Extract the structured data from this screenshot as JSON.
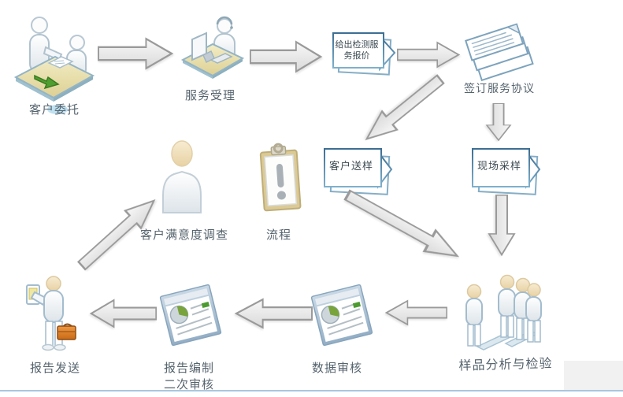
{
  "nodes": {
    "customer_entrust": {
      "label": "客户委托"
    },
    "service_accept": {
      "label": "服务受理"
    },
    "quote": {
      "label": "给出检测服务报价"
    },
    "sign_agreement": {
      "label": "签订服务协议"
    },
    "customer_sample": {
      "label": "客户送样"
    },
    "site_sampling": {
      "label": "现场采样"
    },
    "satisfaction_survey": {
      "label": "客户满意度调查"
    },
    "process": {
      "label": "流程"
    },
    "report_send": {
      "label": "报告发送"
    },
    "report_compile": {
      "label": "报告编制",
      "label2": "二次审核"
    },
    "data_review": {
      "label": "数据审核"
    },
    "sample_analysis": {
      "label": "样品分析与检验"
    }
  },
  "flows": [
    {
      "from": "客户委托",
      "to": "服务受理"
    },
    {
      "from": "服务受理",
      "to": "给出检测服务报价"
    },
    {
      "from": "给出检测服务报价",
      "to": "签订服务协议"
    },
    {
      "from": "签订服务协议",
      "to": "客户送样"
    },
    {
      "from": "签订服务协议",
      "to": "现场采样"
    },
    {
      "from": "客户送样",
      "to": "样品分析与检验"
    },
    {
      "from": "现场采样",
      "to": "样品分析与检验"
    },
    {
      "from": "样品分析与检验",
      "to": "数据审核"
    },
    {
      "from": "数据审核",
      "to": "报告编制二次审核"
    },
    {
      "from": "报告编制二次审核",
      "to": "报告发送"
    },
    {
      "from": "报告发送",
      "to": "客户满意度调查"
    }
  ],
  "icons": {
    "customer_entrust": "reception-desk-icon",
    "service_accept": "computer-desk-icon",
    "sign_agreement": "paper-stack-icon",
    "satisfaction_survey": "person-bust-icon",
    "process": "clipboard-exclamation-icon",
    "report_send": "person-briefcase-icon",
    "report_compile": "report-window-icon",
    "data_review": "report-window-icon",
    "sample_analysis": "people-group-icon"
  },
  "colors": {
    "label_text": "#56646e",
    "box_border": "#44759a",
    "box_fill": "#ffffff",
    "arrow_fill": "#ececec",
    "arrow_border": "#9a9a9a",
    "desk_tan": "#ece4b6",
    "accent_green": "#4f9e2f",
    "briefcase_orange": "#e07b28",
    "bottom_line_blue": "#a9c7df"
  }
}
